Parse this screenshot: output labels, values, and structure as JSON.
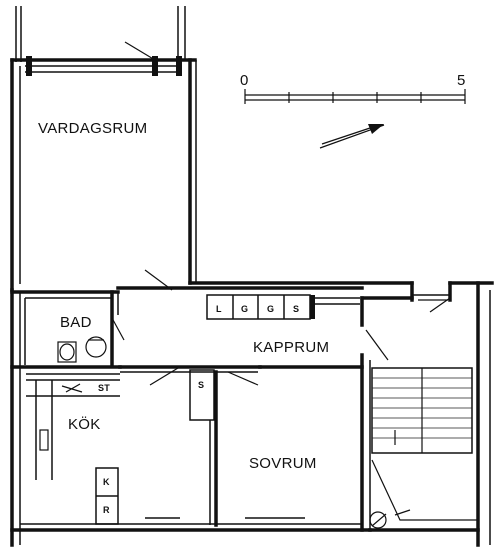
{
  "rooms": {
    "vardagsrum": "VARDAGSRUM",
    "bad": "BAD",
    "kapprum": "KAPPRUM",
    "kok": "KÖK",
    "sovrum": "SOVRUM"
  },
  "scale": {
    "start": "0",
    "end": "5"
  },
  "closets": {
    "c1": "L",
    "c2": "G",
    "c3": "G",
    "c4": "S",
    "kitchen_closet": "S",
    "k_unit": "K",
    "r_unit": "R",
    "st_unit": "ST"
  }
}
